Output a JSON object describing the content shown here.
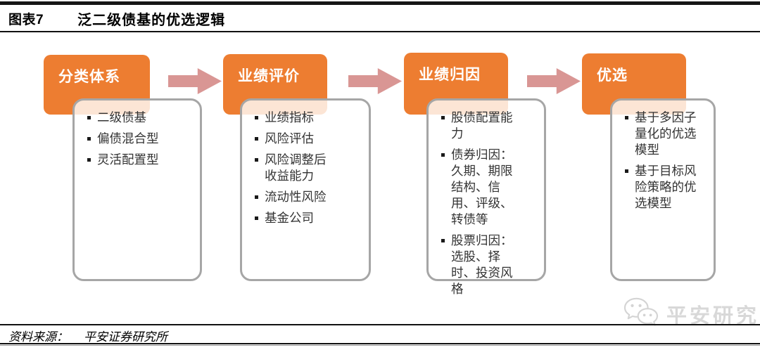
{
  "figure": {
    "label": "图表7",
    "title": "泛二级债基的优选逻辑"
  },
  "colors": {
    "stage": "#ED7D31",
    "arrow": "#D99694",
    "box_border": "#A6A6A6",
    "watermark": "#D8D8D8"
  },
  "flow": {
    "stages": [
      {
        "title": "分类体系",
        "items": [
          "二级债基",
          "偏债混合型",
          "灵活配置型"
        ]
      },
      {
        "title": "业绩评价",
        "items": [
          "业绩指标",
          "风险评估",
          "风险调整后收益能力",
          "流动性风险",
          "基金公司"
        ]
      },
      {
        "title": "业绩归因",
        "items": [
          "股债配置能力",
          "债券归因：久期、期限结构、信用、评级、转债等",
          "股票归因：选股、择时、投资风格"
        ]
      },
      {
        "title": "优选",
        "items": [
          "基于多因子量化的优选模型",
          "基于目标风险策略的优选模型"
        ]
      }
    ]
  },
  "footer": {
    "source_label": "资料来源：",
    "source_value": "平安证券研究所"
  },
  "watermark": {
    "icon": "wechat-icon",
    "text": "平安研究"
  }
}
